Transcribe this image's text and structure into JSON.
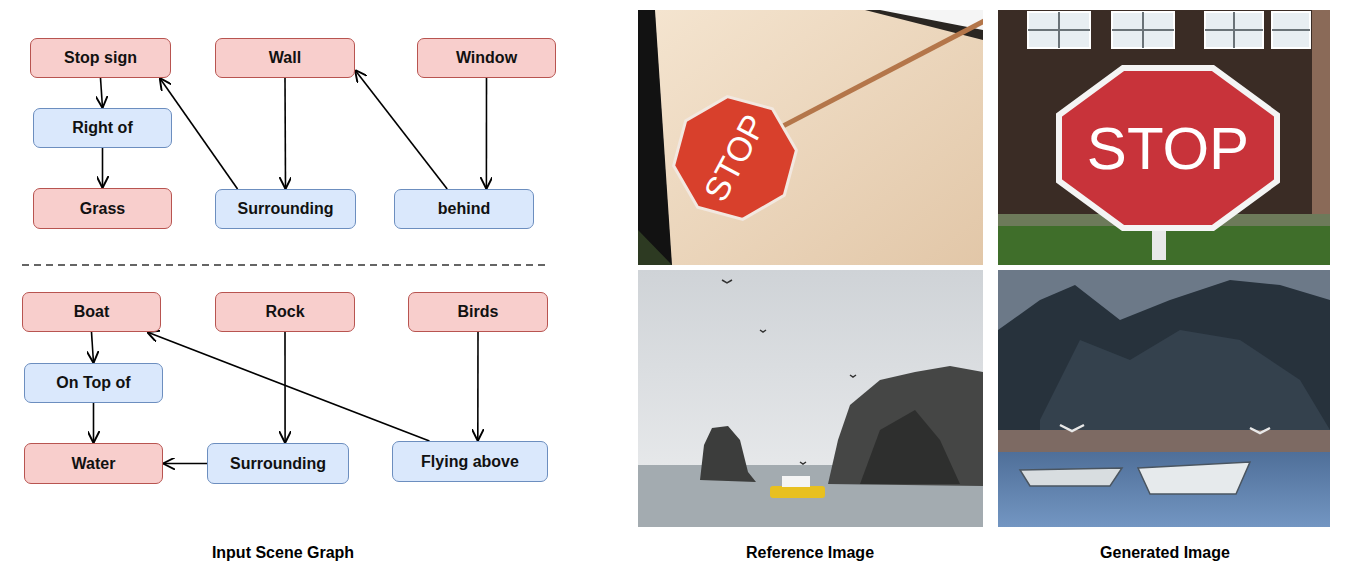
{
  "diagram": {
    "nodes": [
      {
        "text": [
          "Stop sign"
        ]
      },
      {
        "text": [
          "Wall"
        ]
      },
      {
        "text": [
          "Window"
        ]
      },
      {
        "text": [
          "Right of"
        ]
      },
      {
        "text": [
          "Grass"
        ]
      },
      {
        "text": [
          "Surrounding"
        ]
      },
      {
        "text": [
          "behind"
        ]
      },
      {
        "text": [
          "Boat"
        ]
      },
      {
        "text": [
          "Rock"
        ]
      },
      {
        "text": [
          "Birds"
        ]
      },
      {
        "text": [
          "On Top of"
        ]
      },
      {
        "text": [
          "Water"
        ]
      },
      {
        "text": [
          "Surrounding"
        ]
      },
      {
        "text": [
          "Flying above"
        ]
      }
    ],
    "edges": [
      {
        "from": 0,
        "to": 3,
        "arrow": "to"
      },
      {
        "from": 3,
        "to": 4,
        "arrow": "to"
      },
      {
        "from": 1,
        "to": 5,
        "arrow": "to"
      },
      {
        "from": 5,
        "to": 0,
        "arrow": "to"
      },
      {
        "from": 2,
        "to": 6,
        "arrow": "to"
      },
      {
        "from": 6,
        "to": 1,
        "arrow": "to"
      },
      {
        "from": 7,
        "to": 10,
        "arrow": "to"
      },
      {
        "from": 10,
        "to": 11,
        "arrow": "to"
      },
      {
        "from": 8,
        "to": 12,
        "arrow": "to"
      },
      {
        "from": 12,
        "to": 11,
        "arrow": "to"
      },
      {
        "from": 9,
        "to": 13,
        "arrow": "to"
      },
      {
        "from": 13,
        "to": 7,
        "arrow": "to"
      }
    ],
    "labels": [
      "Input Scene Graph",
      "Reference Image",
      "Generated Image",
      "STOP",
      "STOP"
    ]
  }
}
